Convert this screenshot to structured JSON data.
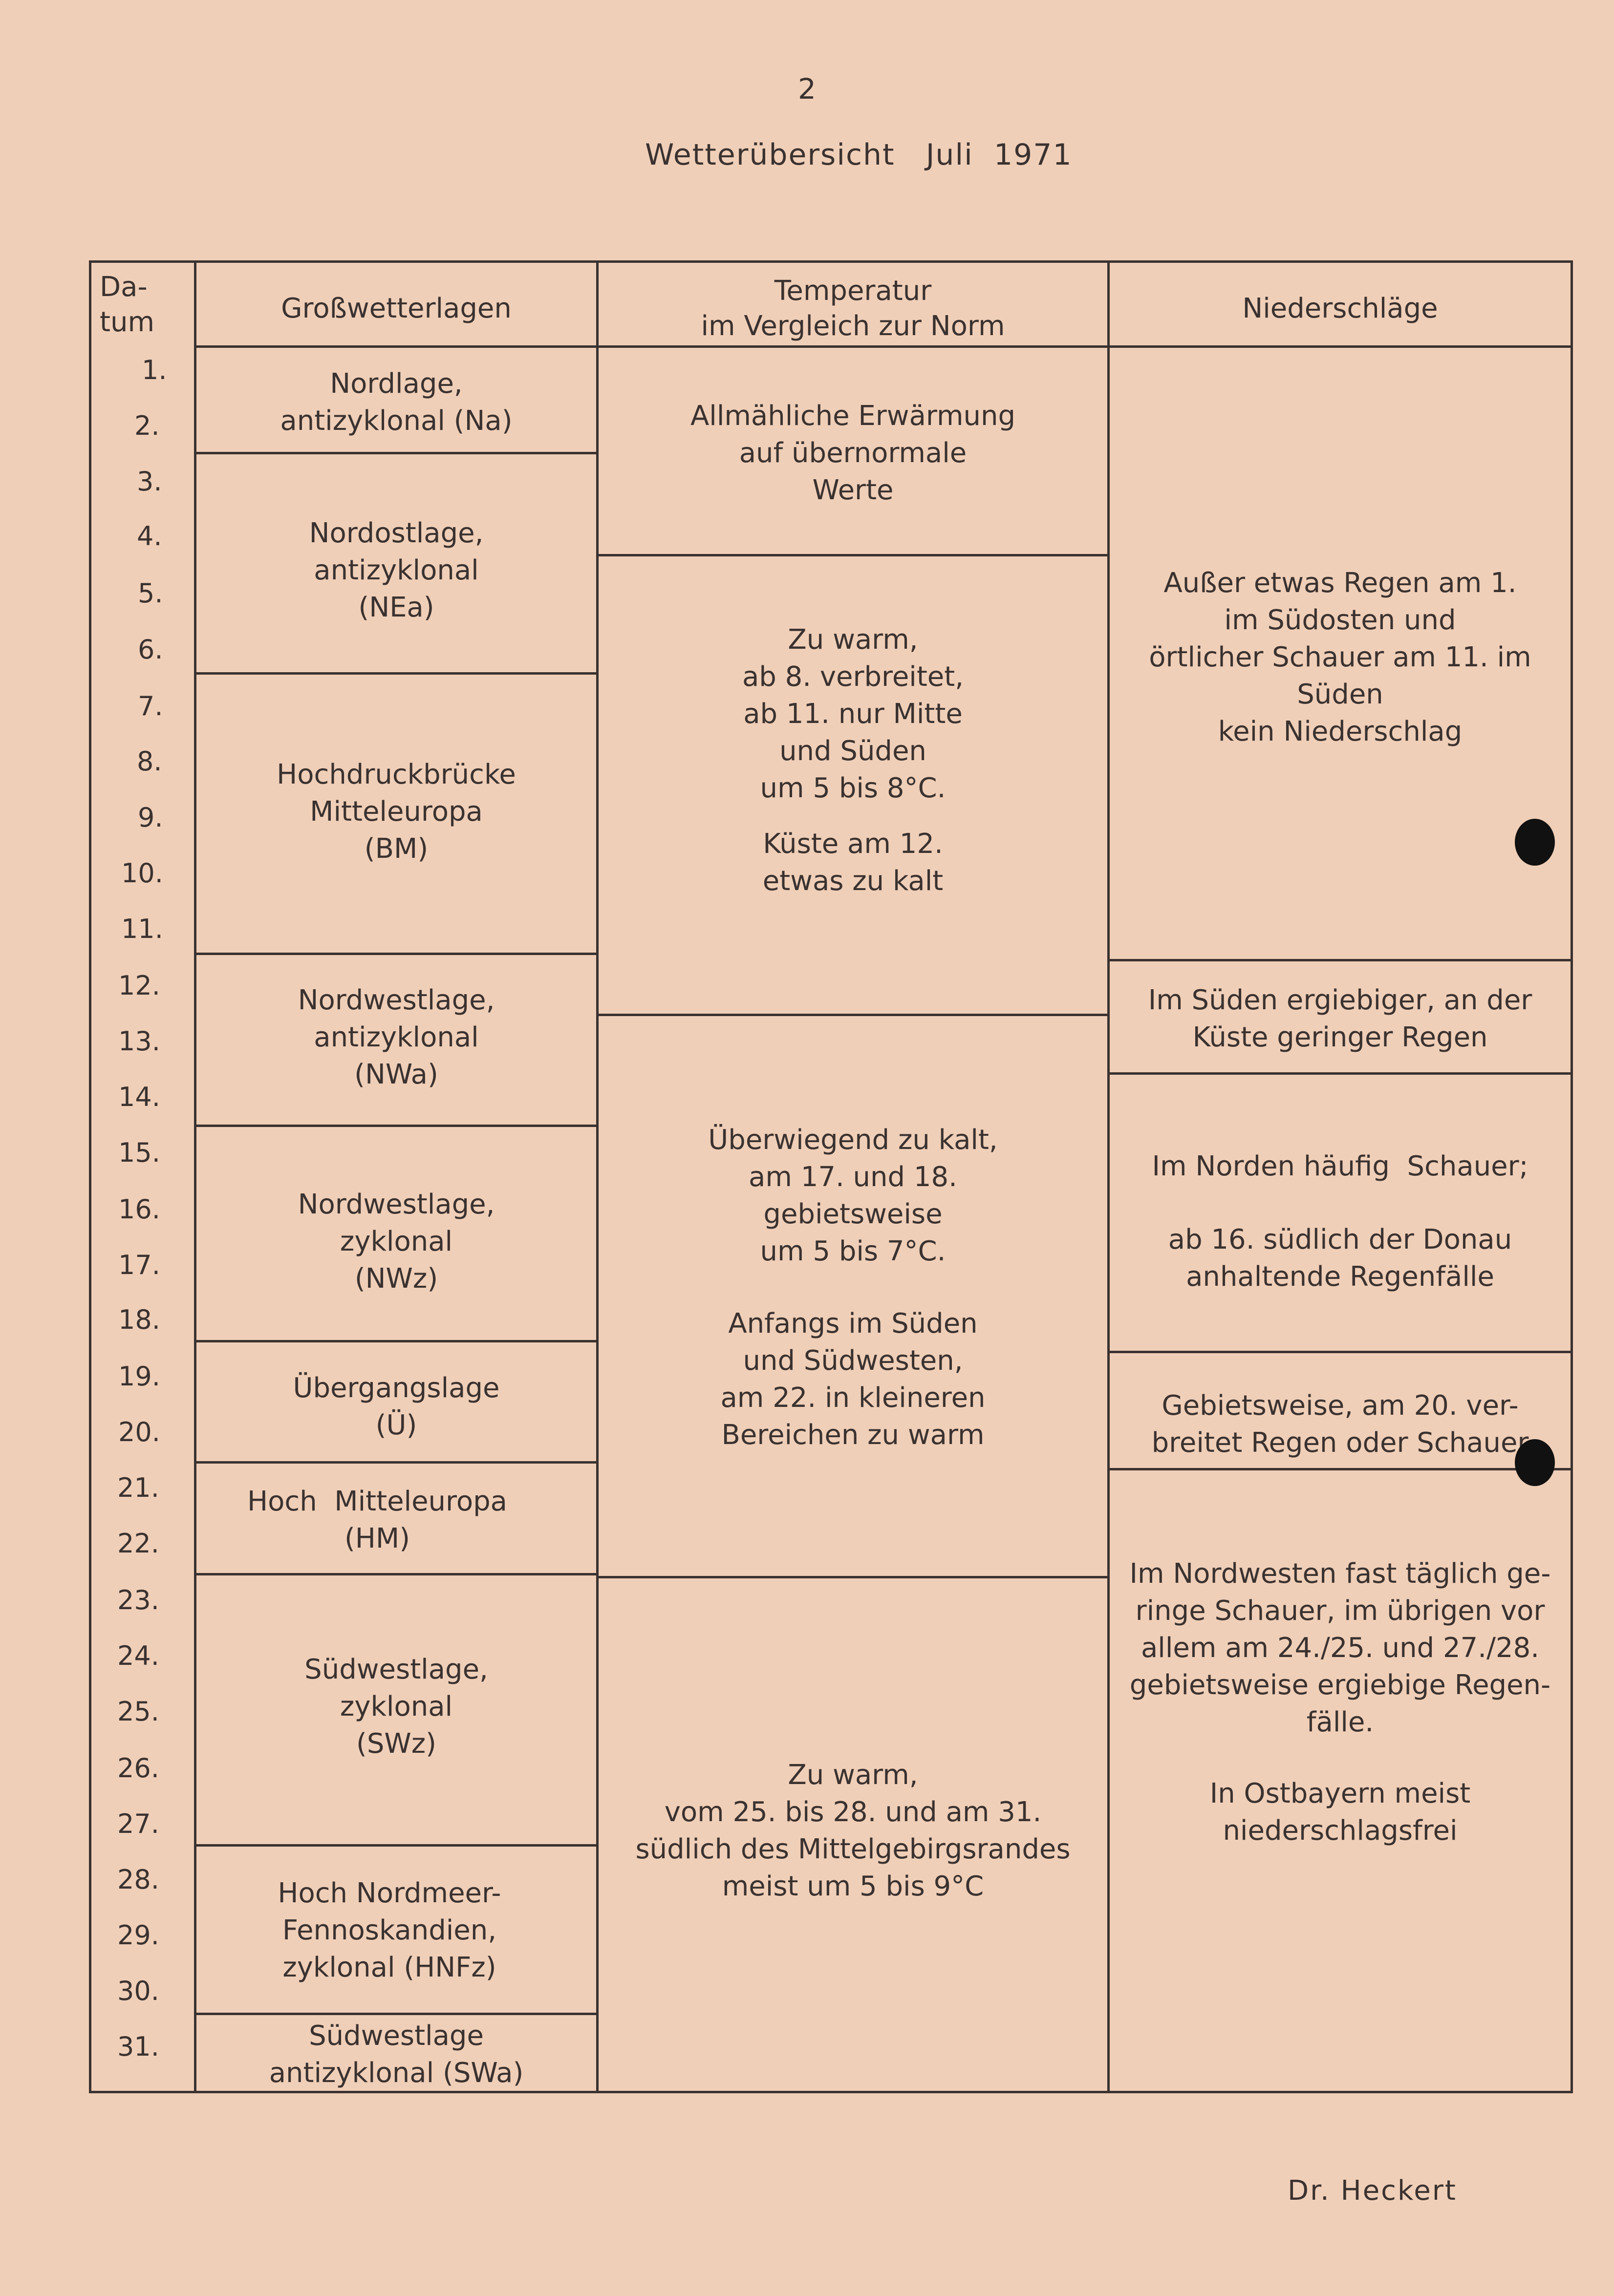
{
  "page_number": "2",
  "title": "Wetterübersicht   Juli  1971",
  "table": {
    "headers": {
      "date": [
        "Da-",
        "tum"
      ],
      "grosswetterlagen": [
        "Großwetterlagen"
      ],
      "temperatur": [
        "Temperatur",
        "im Vergleich zur Norm"
      ],
      "niederschlaege": [
        "Niederschläge"
      ]
    },
    "days": [
      "1.",
      "2.",
      "3.",
      "4.",
      "5.",
      "6.",
      "7.",
      "8.",
      "9.",
      "10.",
      "11.",
      "12.",
      "13.",
      "14.",
      "15.",
      "16.",
      "17.",
      "18.",
      "19.",
      "20.",
      "21.",
      "22.",
      "23.",
      "24.",
      "25.",
      "26.",
      "27.",
      "28.",
      "29.",
      "30.",
      "31."
    ],
    "grosswetterlagen": [
      {
        "lines": [
          "Nordlage,",
          "antizyklonal (Na)"
        ]
      },
      {
        "lines": [
          "Nordostlage,",
          "antizyklonal",
          "(NEa)"
        ]
      },
      {
        "lines": [
          "Hochdruckbrücke",
          "Mitteleuropa",
          "(BM)"
        ]
      },
      {
        "lines": [
          "Nordwestlage,",
          "antizyklonal",
          "(NWa)"
        ]
      },
      {
        "lines": [
          "Nordwestlage,",
          "zyklonal",
          "(NWz)"
        ]
      },
      {
        "lines": [
          "Übergangslage",
          "(Ü)"
        ]
      },
      {
        "lines": [
          "Hoch  Mitteleuropa",
          "(HM)"
        ]
      },
      {
        "lines": [
          "Südwestlage,",
          "zyklonal",
          "(SWz)"
        ]
      },
      {
        "lines": [
          "Hoch Nordmeer-",
          "Fennoskandien,",
          "zyklonal (HNFz)"
        ]
      },
      {
        "lines": [
          "Südwestlage",
          "antizyklonal (SWa)"
        ]
      }
    ],
    "temperatur": [
      {
        "lines": [
          "Allmähliche Erwärmung",
          "auf übernormale",
          "Werte"
        ]
      },
      {
        "lines": [
          "Zu warm,",
          "ab 8. verbreitet,",
          "ab 11. nur Mitte",
          "und Süden",
          "um 5 bis 8°C.",
          "",
          "Küste am 12.",
          "etwas zu kalt"
        ]
      },
      {
        "lines": [
          "Überwiegend zu kalt,",
          "am 17. und 18.",
          "gebietsweise",
          "um 5 bis 7°C.",
          "",
          "Anfangs im Süden",
          "und Südwesten,",
          "am 22. in kleineren",
          "Bereichen zu warm"
        ]
      },
      {
        "lines": [
          "Zu warm,",
          "vom 25. bis 28. und am 31.",
          "südlich des Mittelgebirgsrandes",
          "meist um 5 bis 9°C"
        ]
      }
    ],
    "niederschlaege": [
      {
        "lines": [
          "Außer etwas Regen am 1.",
          "im Südosten und",
          "örtlicher Schauer am 11. im",
          "Süden",
          "kein Niederschlag"
        ]
      },
      {
        "lines": [
          "Im Süden ergiebiger, an der",
          "Küste geringer Regen"
        ]
      },
      {
        "lines": [
          "Im Norden häufig  Schauer;",
          "",
          "ab 16. südlich der Donau",
          "anhaltende Regenfälle"
        ]
      },
      {
        "lines": [
          "Gebietsweise, am 20. ver-",
          "breitet Regen oder Schauer"
        ]
      },
      {
        "lines": [
          "Im Nordwesten fast täglich ge-",
          "ringe Schauer, im übrigen vor",
          "allem am 24./25. und 27./28.",
          "gebietsweise ergiebige Regen-",
          "fälle.",
          "",
          "",
          "In Ostbayern meist",
          "niederschlagsfrei"
        ]
      }
    ]
  },
  "signature": "Dr. Heckert"
}
